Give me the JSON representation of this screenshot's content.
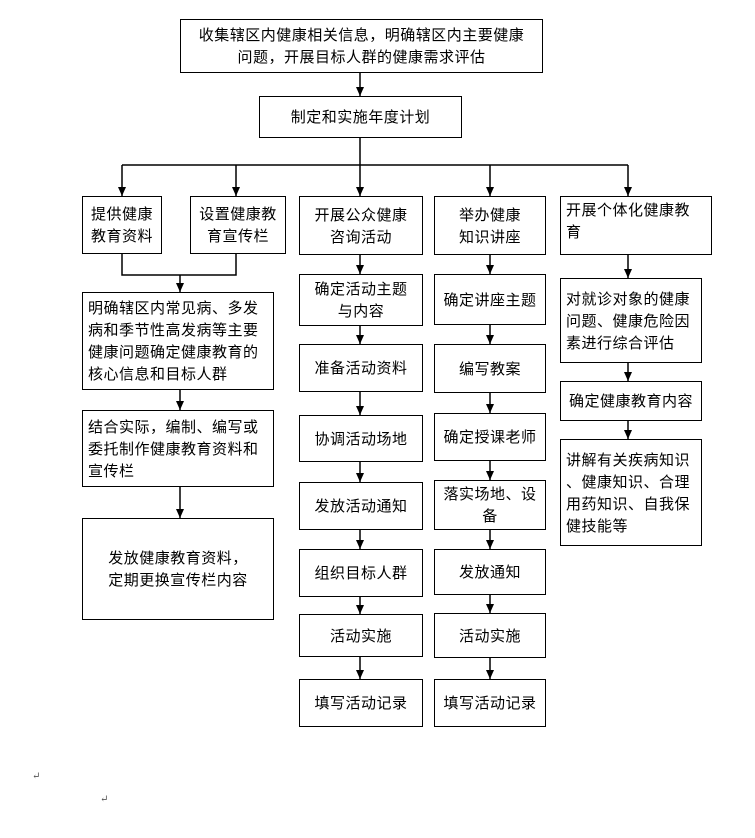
{
  "nodes": {
    "top": "收集辖区内健康相关信息，明确辖区内主要健康\n问题，开展目标人群的健康需求评估",
    "plan": "制定和实施年度计划",
    "a1": "提供健康\n教育资料",
    "a2": "设置健康教\n育宣传栏",
    "a3": "明确辖区内常见病、多发\n病和季节性高发病等主要\n健康问题确定健康教育的\n核心信息和目标人群",
    "a4": "结合实际，编制、编写或\n委托制作健康教育资料和\n宣传栏",
    "a5": "发放健康教育资料，\n定期更换宣传栏内容",
    "b0": "开展公众健康\n咨询活动",
    "b1": "确定活动主题\n与内容",
    "b2": "准备活动资料",
    "b3": "协调活动场地",
    "b4": "发放活动通知",
    "b5": "组织目标人群",
    "b6": "活动实施",
    "b7": "填写活动记录",
    "c0": "举办健康\n知识讲座",
    "c1": "确定讲座主题",
    "c2": "编写教案",
    "c3": "确定授课老师",
    "c4": "落实场地、设\n备",
    "c5": "发放通知",
    "c6": "活动实施",
    "c7": "填写活动记录",
    "d0": "开展个体化健康教\n育",
    "d1": "对就诊对象的健康\n问题、健康危险因\n素进行综合评估",
    "d2": "确定健康教育内容",
    "d3": "讲解有关疾病知识\n、健康知识、合理\n用药知识、自我保\n健技能等"
  },
  "marks": [
    "↵",
    "↵"
  ]
}
